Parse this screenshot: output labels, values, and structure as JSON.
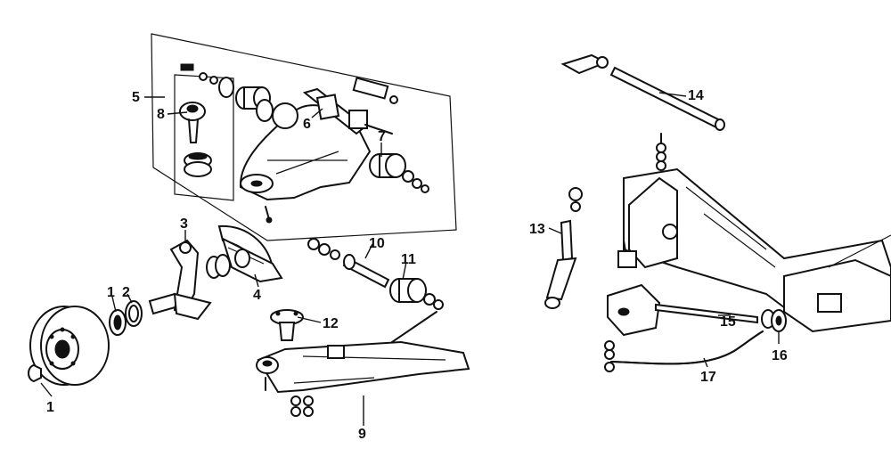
{
  "callouts": {
    "c1a": "1",
    "c1b": "1",
    "c2": "2",
    "c3": "3",
    "c4": "4",
    "c5": "5",
    "c6": "6",
    "c7": "7",
    "c8": "8",
    "c9": "9",
    "c10": "10",
    "c11": "11",
    "c12": "12",
    "c13": "13",
    "c14": "14",
    "c15": "15",
    "c16": "16",
    "c17": "17"
  }
}
